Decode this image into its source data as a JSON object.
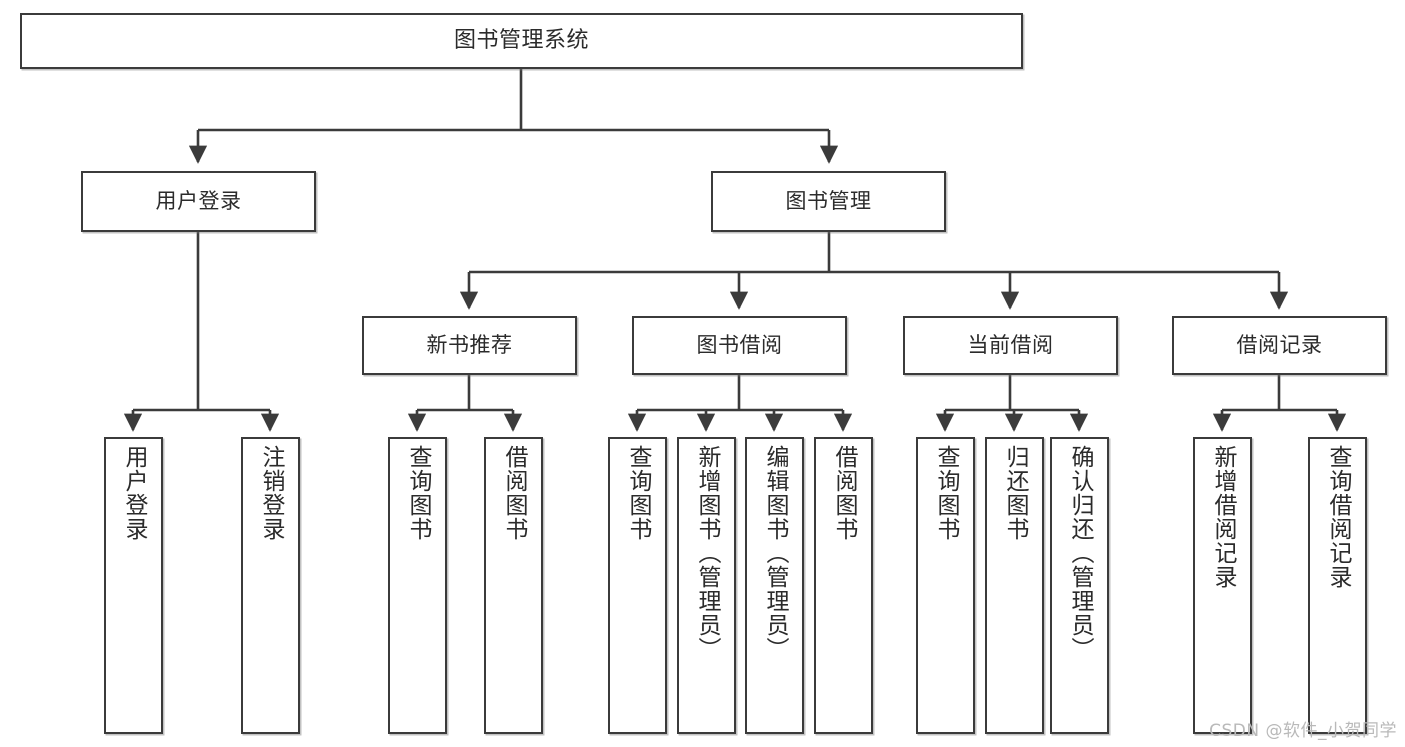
{
  "diagram": {
    "title_node": {
      "label": "图书管理系统"
    },
    "level2": [
      {
        "label": "用户登录"
      },
      {
        "label": "图书管理"
      }
    ],
    "level3": [
      {
        "label": "新书推荐"
      },
      {
        "label": "图书借阅"
      },
      {
        "label": "当前借阅"
      },
      {
        "label": "借阅记录"
      }
    ],
    "leaves": {
      "user_login": [
        {
          "label": "用户登录"
        },
        {
          "label": "注销登录"
        }
      ],
      "new_book_recommend": [
        {
          "label": "查询图书"
        },
        {
          "label": "借阅图书"
        }
      ],
      "book_borrow": [
        {
          "label": "查询图书"
        },
        {
          "label": "新增图书（管理员）"
        },
        {
          "label": "编辑图书（管理员）"
        },
        {
          "label": "借阅图书"
        }
      ],
      "current_borrow": [
        {
          "label": "查询图书"
        },
        {
          "label": "归还图书"
        },
        {
          "label": "确认归还（管理员）"
        }
      ],
      "borrow_record": [
        {
          "label": "新增借阅记录"
        },
        {
          "label": "查询借阅记录"
        }
      ]
    }
  },
  "watermark": {
    "text": "CSDN @软件_小贺同学"
  },
  "colors": {
    "stroke": "#3b3b3b",
    "fill": "#ffffff",
    "text": "#2b2b2b",
    "watermark": "#b9b9b9"
  }
}
